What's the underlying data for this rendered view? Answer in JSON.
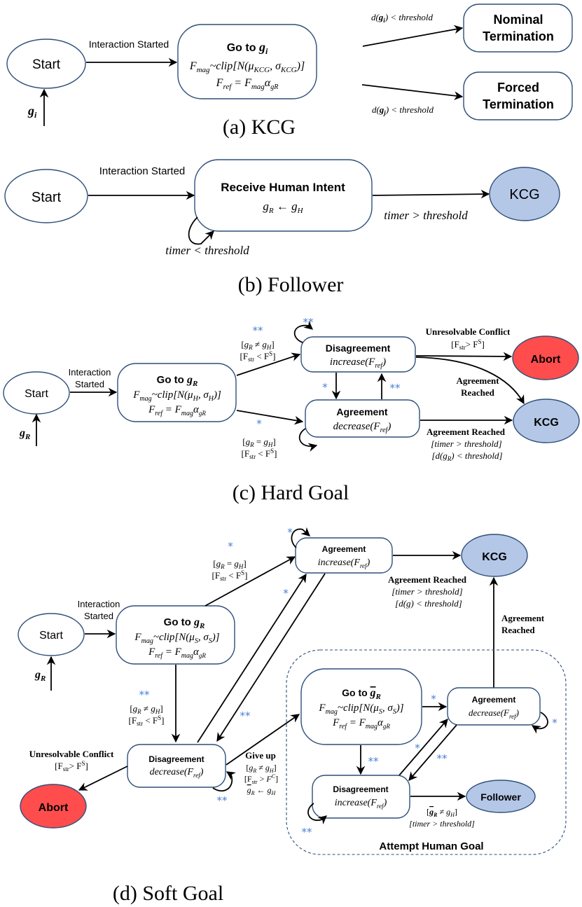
{
  "colors": {
    "node_stroke": "#2f4f7a",
    "kcg_fill": "#b4c7e7",
    "abort_fill": "#ff4d4d",
    "star_color": "#4a7fd4"
  },
  "panel_a": {
    "caption": "(a) KCG",
    "start": "Start",
    "input_label": "g_i",
    "edge_start": "Interaction Started",
    "goto_title": "Go to g_i",
    "goto_line1": "F_mag ~ clip[N(μ_KCG, σ_KCG)]",
    "goto_line2": "F_ref = F_mag α_gR",
    "nominal_line1": "Nominal",
    "nominal_line2": "Termination",
    "forced_line1": "Forced",
    "forced_line2": "Termination",
    "cond_nominal": "d(g_i) < threshold",
    "cond_forced": "d(g_j) < threshold"
  },
  "panel_b": {
    "caption": "(b) Follower",
    "start": "Start",
    "edge_start": "Interaction Started",
    "receive_title": "Receive Human Intent",
    "receive_line": "g_R ← g_H",
    "kcg": "KCG",
    "cond_exit": "timer > threshold",
    "cond_loop": "timer < threshold"
  },
  "panel_c": {
    "caption": "(c) Hard Goal",
    "start": "Start",
    "input_label": "g_R",
    "edge_start_1": "Interaction",
    "edge_start_2": "Started",
    "goto_title": "Go to g_R",
    "goto_line1": "F_mag ~ clip[N(μ_H, σ_H)]",
    "goto_line2": "F_ref = F_mag α_gR",
    "dis_title": "Disagreement",
    "dis_line": "increase(F_ref)",
    "agr_title": "Agreement",
    "agr_line": "decrease(F_ref)",
    "abort": "Abort",
    "kcg": "KCG",
    "star_double": "**",
    "star_single": "*",
    "cond_neq_1": "[g_R ≠ g_H]",
    "cond_neq_2": "[F_str < F^S]",
    "cond_eq_1": "[g_R = g_H]",
    "cond_eq_2": "[F_str < F^S]",
    "unresolvable_title": "Unresolvable Conflict",
    "unresolvable_cond": "[F_str > F^S]",
    "agreement_reached_1": "Agreement",
    "agreement_reached_2": "Reached",
    "agr_reached_title": "Agreement Reached",
    "agr_reached_c1": "[timer > threshold]",
    "agr_reached_c2": "[d(g_R) < threshold]"
  },
  "panel_d": {
    "caption": "(d) Soft Goal",
    "start": "Start",
    "input_label": "g_R",
    "edge_start_1": "Interaction",
    "edge_start_2": "Started",
    "goto_title": "Go to g_R",
    "goto_line1": "F_mag ~ clip[N(μ_S, σ_S)]",
    "goto_line2": "F_ref = F_mag α_gR",
    "agr_title": "Agreement",
    "agr_line": "increase(F_ref)",
    "dis_title": "Disagreement",
    "dis_line": "decrease(F_ref)",
    "kcg": "KCG",
    "abort": "Abort",
    "follower": "Follower",
    "star_double": "**",
    "star_single": "*",
    "cond_eq_1": "[g_R = g_H]",
    "cond_eq_2": "[F_str < F^S]",
    "cond_neq_1": "[g_R ≠ g_H]",
    "cond_neq_2": "[F_str < F^S]",
    "agr_reached_title": "Agreement Reached",
    "agr_reached_c1": "[timer > threshold]",
    "agr_reached_c2": "[d(g) < threshold]",
    "agreement_reached_1": "Agreement",
    "agreement_reached_2": "Reached",
    "unresolvable_title": "Unresolvable Conflict",
    "unresolvable_cond": "[F_str > F^S]",
    "giveup_title": "Give up",
    "giveup_c1": "[g_R ≠ g_H]",
    "giveup_c2": "[F_str > F^C]",
    "giveup_c3": "ḡ_R ← g_H",
    "human_group_label": "Attempt Human Goal",
    "h_goto_title": "Go to ḡ_R",
    "h_goto_line1": "F_mag ~ clip[N(μ_S, σ_S)]",
    "h_goto_line2": "F_ref = F_mag α_gR",
    "h_agr_title": "Agreement",
    "h_agr_line": "decrease(F_ref)",
    "h_dis_title": "Disagreement",
    "h_dis_line": "increase(F_ref)",
    "follower_c1": "[ḡ_R ≠ g_H]",
    "follower_c2": "[timer > threshold]"
  }
}
